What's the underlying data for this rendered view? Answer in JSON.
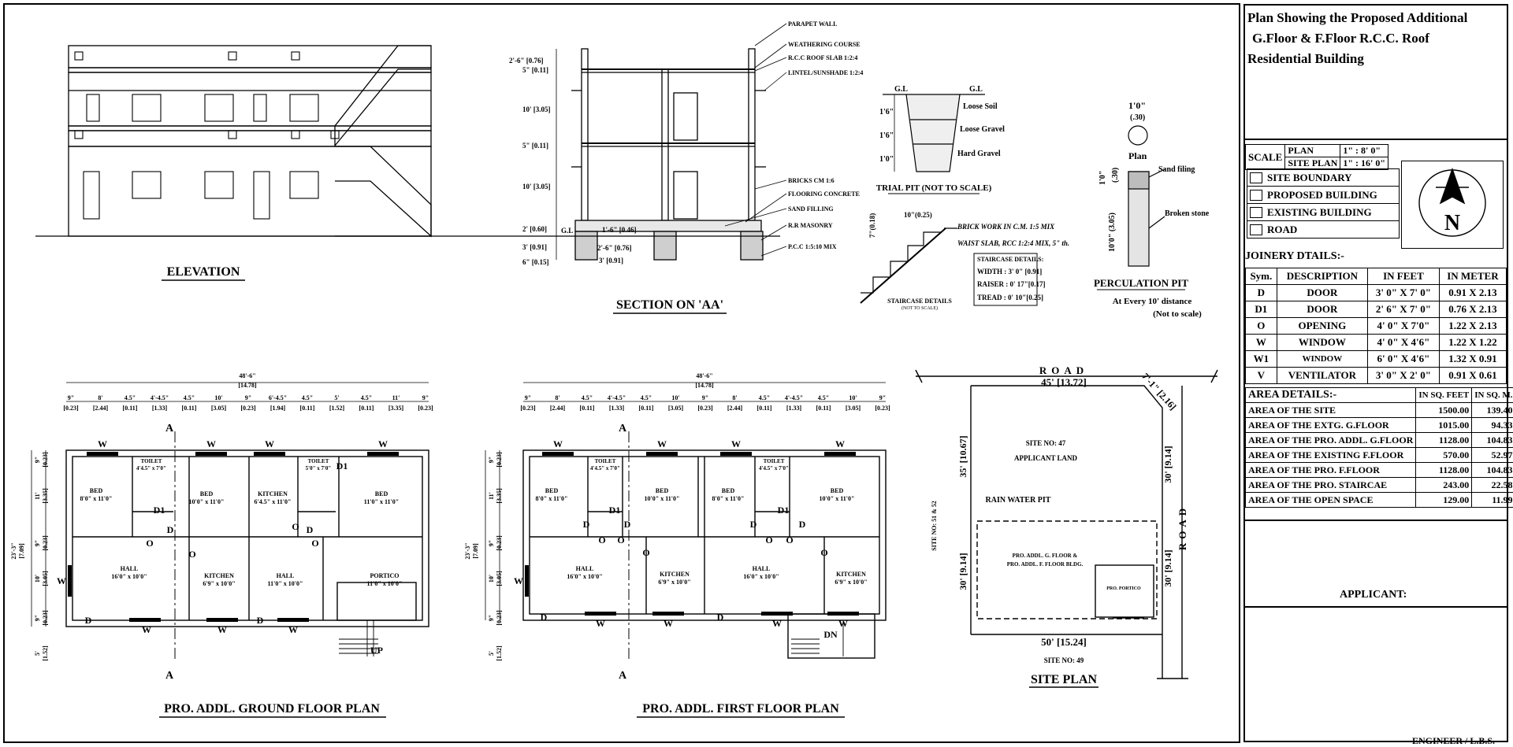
{
  "title": {
    "line1": "Plan Showing the Proposed  Additional",
    "line2": "G.Floor & F.Floor R.C.C. Roof",
    "line3": "Residential Building"
  },
  "scale": {
    "label": "SCALE",
    "plan_label": "PLAN",
    "plan_value": "1\" : 8' 0\"",
    "site_label": "SITE PLAN",
    "site_value": "1\" : 16' 0\""
  },
  "legend": [
    "SITE BOUNDARY",
    "PROPOSED BUILDING",
    "EXISTING BUILDING",
    "ROAD"
  ],
  "north_letter": "N",
  "joinery": {
    "heading": "JOINERY DTAILS:-",
    "headers": [
      "Sym.",
      "DESCRIPTION",
      "IN FEET",
      "IN METER"
    ],
    "rows": [
      [
        "D",
        "DOOR",
        "3' 0\" X 7' 0\"",
        "0.91 X 2.13"
      ],
      [
        "D1",
        "DOOR",
        "2' 6\" X 7' 0\"",
        "0.76 X 2.13"
      ],
      [
        "O",
        "OPENING",
        "4' 0\" X 7'0\"",
        "1.22  X 2.13"
      ],
      [
        "W",
        "WINDOW",
        "4' 0\" X 4'6\"",
        "1.22 X 1.22"
      ],
      [
        "W1",
        "WINDOW",
        "6' 0\" X 4'6\"",
        "1.32 X 0.91"
      ],
      [
        "V",
        "VENTILATOR",
        "3' 0\" X 2' 0\"",
        "0.91 X 0.61"
      ]
    ]
  },
  "area": {
    "heading": "AREA DETAILS:-",
    "col_ft": "IN SQ. FEET",
    "col_m": "IN SQ. M.",
    "rows": [
      [
        "AREA OF THE SITE",
        "1500.00",
        "139.40"
      ],
      [
        "AREA OF THE EXTG. G.FLOOR",
        "1015.00",
        "94.33"
      ],
      [
        "AREA OF THE PRO. ADDL. G.FLOOR",
        "1128.00",
        "104.83"
      ],
      [
        "AREA OF THE EXISTING F.FLOOR",
        "570.00",
        "52.97"
      ],
      [
        "AREA OF THE PRO. F.FLOOR",
        "1128.00",
        "104.83"
      ],
      [
        "AREA OF THE PRO. STAIRCAE",
        "243.00",
        "22.58"
      ],
      [
        "AREA OF THE OPEN SPACE",
        "129.00",
        "11.99"
      ]
    ]
  },
  "applicant": "APPLICANT:",
  "engineer": "ENGINEER / L.B.S.",
  "drawing": {
    "elevation_title": "ELEVATION",
    "section_title": "SECTION ON 'AA'",
    "trial_pit_title": "TRIAL PIT (NOT TO SCALE)",
    "staircase_title": "STAIRCASE DETAILS",
    "staircase_sub": "(NOT TO SCALE)",
    "perc_title": "PERCULATION PIT",
    "perc_sub1": "At Every 10' distance",
    "perc_sub2": "(Not to scale)",
    "ground_title": "PRO. ADDL. GROUND FLOOR PLAN",
    "first_title": "PRO. ADDL. FIRST FLOOR PLAN",
    "site_title": "SITE PLAN",
    "section_labels": [
      "PARAPET  WALL",
      "WEATHERING COURSE",
      "R.C.C ROOF SLAB 1:2:4",
      "LINTEL/SUNSHADE 1:2:4",
      "BRICKS CM 1:6",
      "FLOORING CONCRETE",
      "SAND FILLING",
      "R.R MASONRY",
      "P.C.C 1:5:10 MIX"
    ],
    "section_dims": [
      "2'-6\" [0.76]",
      "5\" [0.11]",
      "10' [3.05]",
      "5\" [0.11]",
      "10' [3.05]",
      "2' [0.60]",
      "3' [0.91]",
      "6\" [0.15]",
      "1'-6\" [0.46]",
      "2'-6\" [0.76]",
      "3' [0.91]",
      "G.L"
    ],
    "trial_labels": [
      "G.L",
      "G.L",
      "Loose Soil",
      "Loose Gravel",
      "Hard Gravel",
      "1'6\"",
      "1'6\"",
      "1'0\""
    ],
    "stair_labels": [
      "10\"(0.25)",
      "7\"(0.18)",
      "BRICK WORK IN C.M. 1:5 MIX",
      "WAIST SLAB, RCC 1:2:4 MIX, 5\" th.",
      "STAIRCASE DETAILS:",
      "WIDTH  : 3' 0\" [0.91]",
      "RAISER : 0' 17\"[0.17]",
      "TREAD  : 0' 10\"[0.25]"
    ],
    "perc_labels": [
      "1'0\"",
      "(.30)",
      "Plan",
      "1'0\"",
      "(.30)",
      "10'0\" (3.05)",
      "Sand filing",
      "Broken stone"
    ],
    "site_labels": [
      "ROAD",
      "45' [13.72]",
      "7'-1\" [2.16]",
      "SITE NO: 47",
      "APPLICANT LAND",
      "35' [10.67]",
      "30' [9.14]",
      "RAIN WATER PIT",
      "ROAD",
      "SITE NO: 51 & 52",
      "30' [9.14]",
      "30' [9.14]",
      "PRO. ADDL. G. FLOOR &",
      "PRO. ADDL.  F. FLOOR BLDG.",
      "PRO. PORTICO",
      "50' [15.24]",
      "SITE NO: 49"
    ],
    "plan_dims_top": [
      "48'-6\"",
      "[14.78]"
    ],
    "ground_dims": [
      "9\"",
      "8'",
      "4.5\"",
      "4'-4.5\"",
      "4.5\"",
      "10'",
      "9\"",
      "6'-4.5\"",
      "4.5\"",
      "5'",
      "4.5\"",
      "11'",
      "9\""
    ],
    "ground_dims_m": [
      "[0.23]",
      "[2.44]",
      "[0.11]",
      "[1.33]",
      "[0.11]",
      "[3.05]",
      "[0.23]",
      "[1.94]",
      "[0.11]",
      "[1.52]",
      "[0.11]",
      "[3.35]",
      "[0.23]"
    ],
    "first_dims": [
      "9\"",
      "8'",
      "4.5\"",
      "4'-4.5\"",
      "4.5\"",
      "10'",
      "9\"",
      "8'",
      "4.5\"",
      "4'-4.5\"",
      "4.5\"",
      "10'",
      "9\""
    ],
    "first_dims_m": [
      "[0.23]",
      "[2.44]",
      "[0.11]",
      "[1.33]",
      "[0.11]",
      "[3.05]",
      "[0.23]",
      "[2.44]",
      "[0.11]",
      "[1.33]",
      "[0.11]",
      "[3.05]",
      "[0.23]"
    ],
    "side_dims": [
      "9\"",
      "[0.23]",
      "11'",
      "[3.35]",
      "9\"",
      "[0.23]",
      "10'",
      "[3.05]",
      "9\"",
      "[0.23]",
      "5'",
      "[1.52]",
      "23'-3\"",
      "[7.09]"
    ],
    "ground_rooms": [
      [
        "BED",
        "8'0\" x 11'0\""
      ],
      [
        "TOILET",
        "4'4.5\" x 7'0\""
      ],
      [
        "BED",
        "10'0\" x 11'0\""
      ],
      [
        "KITCHEN",
        "6'4.5\" x 11'0\""
      ],
      [
        "TOILET",
        "5'0\" x 7'0\""
      ],
      [
        "BED",
        "11'0\" x 11'0\""
      ],
      [
        "HALL",
        "16'0\" x 10'0\""
      ],
      [
        "KITCHEN",
        "6'9\" x 10'0\""
      ],
      [
        "HALL",
        "11'0\" x 10'0\""
      ],
      [
        "PORTICO",
        "11'0\" x 10'0\""
      ]
    ],
    "first_rooms": [
      [
        "BED",
        "8'0\" x 11'0\""
      ],
      [
        "TOILET",
        "4'4.5\" x 7'0\""
      ],
      [
        "BED",
        "10'0\" x 11'0\""
      ],
      [
        "BED",
        "8'0\" x 11'0\""
      ],
      [
        "TOILET",
        "4'4.5\" x 7'0\""
      ],
      [
        "BED",
        "10'0\" x 11'0\""
      ],
      [
        "HALL",
        "16'0\" x 10'0\""
      ],
      [
        "KITCHEN",
        "6'9\" x 10'0\""
      ],
      [
        "HALL",
        "16'0\" x 10'0\""
      ],
      [
        "KITCHEN",
        "6'9\" x 10'0\""
      ]
    ],
    "marks": {
      "W": "W",
      "D": "D",
      "D1": "D1",
      "O": "O",
      "A": "A",
      "UP": "UP",
      "DN": "DN"
    }
  }
}
